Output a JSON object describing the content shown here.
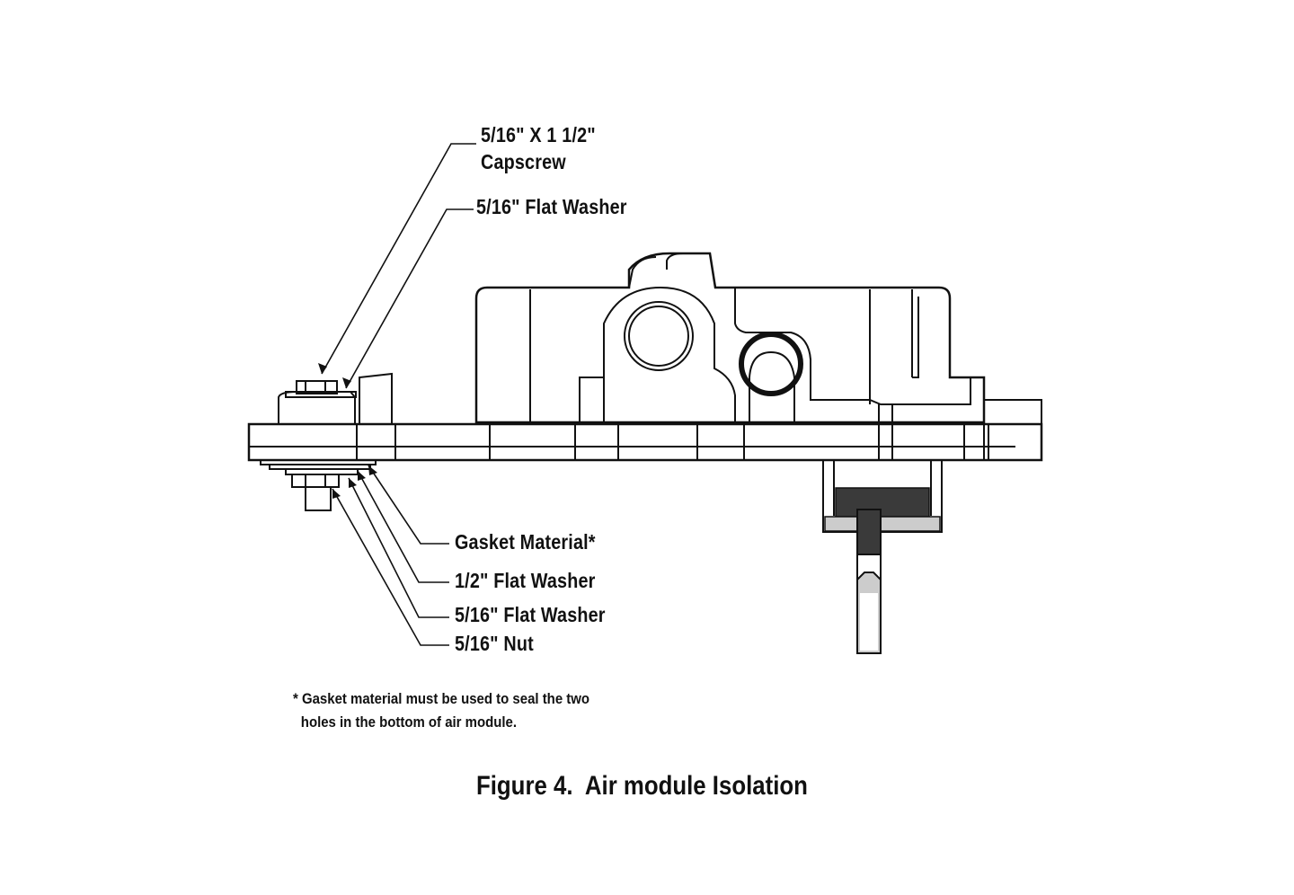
{
  "labels": {
    "capscrew_line1": "5/16\" X 1 1/2\"",
    "capscrew_line2": "Capscrew",
    "top_flat_washer": "5/16\" Flat Washer",
    "gasket_material": "Gasket Material*",
    "half_inch_flat_washer": "1/2\" Flat Washer",
    "bottom_flat_washer": "5/16\" Flat Washer",
    "nut": "5/16\" Nut"
  },
  "footnote": {
    "line1": "* Gasket material must be used to seal the two",
    "line2": "holes in the bottom of air module."
  },
  "caption": "Figure 4.  Air module Isolation",
  "colors": {
    "ink": "#111111",
    "gray_fill": "#cccccc",
    "dark_fill": "#3a3a3a"
  }
}
